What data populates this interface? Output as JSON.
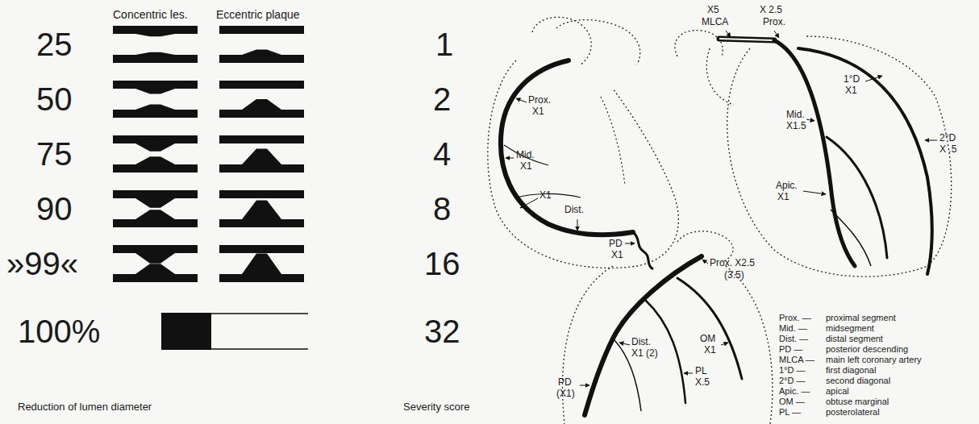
{
  "diagram": {
    "labels": [
      "Concentric les.",
      "Eccentric plaque",
      "25",
      "1",
      "50",
      "2",
      "75",
      "4",
      "90",
      "8",
      "»99«",
      "16",
      "100%",
      "32",
      "Reduction of lumen diameter",
      "Severity score",
      "Prox.",
      "X1",
      "Mid.",
      "X1",
      "X1",
      "Dist.",
      "PD",
      "X1",
      "X5",
      "MLCA",
      "X 2.5",
      "Prox.",
      "1°D",
      "X1",
      "Mid.",
      "X1.5",
      "2°D",
      "X .5",
      "Apic.",
      "X1",
      "Prox. X2.5",
      "(3.5)",
      "Dist.",
      "X1 (2)",
      "OM",
      "X1",
      "PL",
      "X.5",
      "PD",
      "(X1)",
      "Prox. —",
      "proximal segment",
      "Mid. —",
      "midsegment",
      "Dist. —",
      "distal segment",
      "PD —",
      "posterior descending",
      "MLCA —",
      "main left coronary artery",
      "1°D —",
      "first diagonal",
      "2°D —",
      "second diagonal",
      "Apic. —",
      "apical",
      "OM —",
      "obtuse marginal",
      "PL —",
      "posterolateral"
    ]
  }
}
